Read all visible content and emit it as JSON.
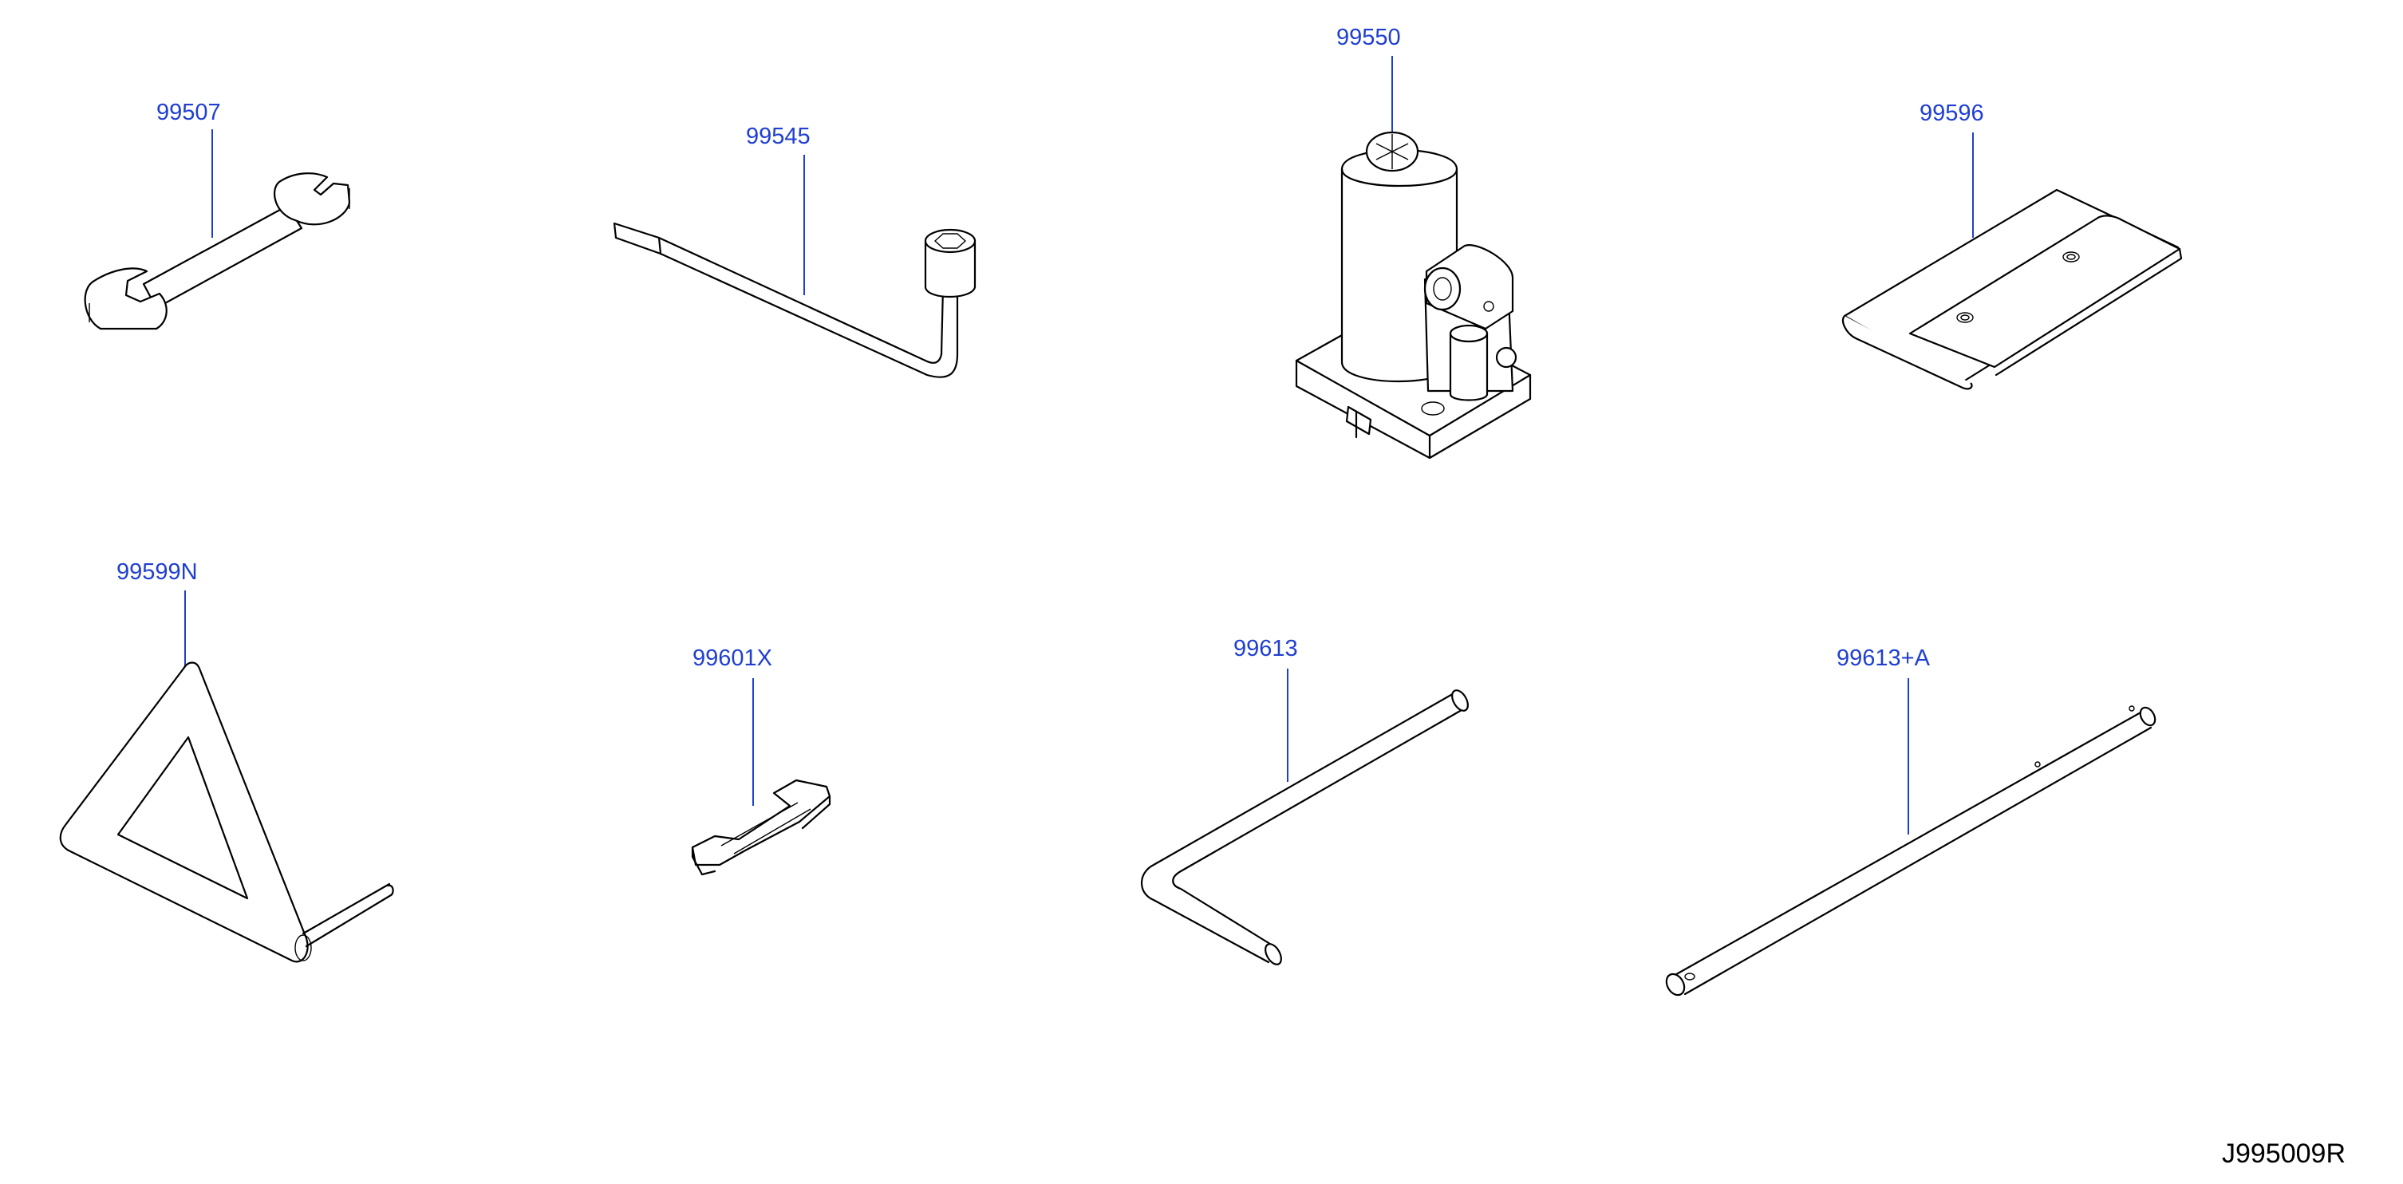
{
  "diagram": {
    "parts": [
      {
        "id": "wrench",
        "label": "99507",
        "icon": "spanner-wrench-icon"
      },
      {
        "id": "wheel-wrench",
        "label": "99545",
        "icon": "lug-wrench-icon"
      },
      {
        "id": "jack",
        "label": "99550",
        "icon": "bottle-jack-icon"
      },
      {
        "id": "tool-bag",
        "label": "99596",
        "icon": "tool-bag-icon"
      },
      {
        "id": "warning-triangle",
        "label": "99599N",
        "icon": "warning-triangle-icon"
      },
      {
        "id": "hook",
        "label": "99601X",
        "icon": "tow-hook-icon"
      },
      {
        "id": "handle",
        "label": "99613",
        "icon": "jack-handle-icon"
      },
      {
        "id": "extension-bar",
        "label": "99613+A",
        "icon": "extension-bar-icon"
      }
    ],
    "code": "J995009R",
    "label_color": "#1f3fd0",
    "line_color": "#000000"
  }
}
